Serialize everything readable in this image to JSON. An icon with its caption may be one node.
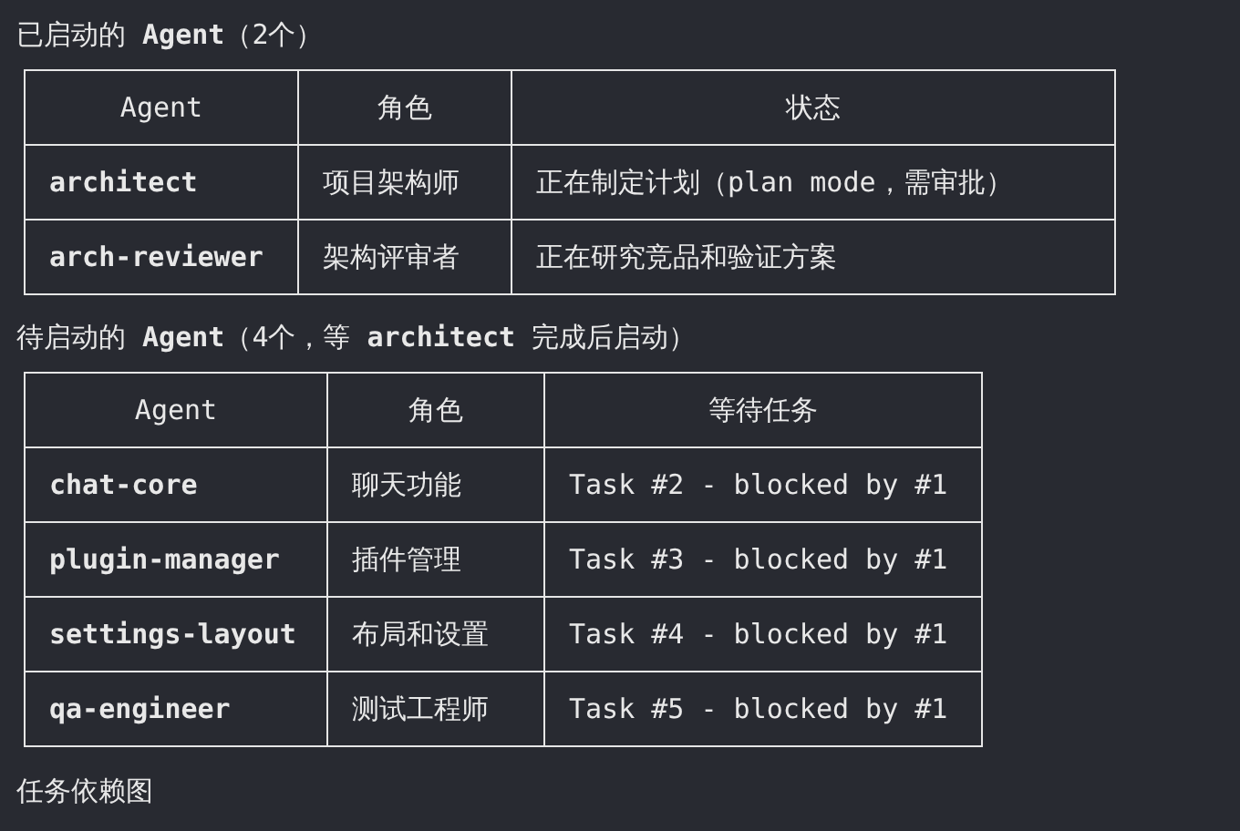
{
  "diagram": {
    "labels": [
      "已启动的 **Agent**（2个）",
      "Agent",
      "角色",
      "状态",
      "architect",
      "项目架构师",
      "正在制定计划（plan mode，需审批）",
      "arch-reviewer",
      "架构评审者",
      "正在研究竞品和验证方案",
      "待启动的 **Agent**（4个，等 **architect** 完成后启动）",
      "Agent",
      "角色",
      "等待任务",
      "chat-core",
      "聊天功能",
      "Task #2 - blocked by #1",
      "plugin-manager",
      "插件管理",
      "Task #3 - blocked by #1",
      "settings-layout",
      "布局和设置",
      "Task #4 - blocked by #1",
      "qa-engineer",
      "测试工程师",
      "Task #5 - blocked by #1",
      "任务依赖图"
    ]
  }
}
